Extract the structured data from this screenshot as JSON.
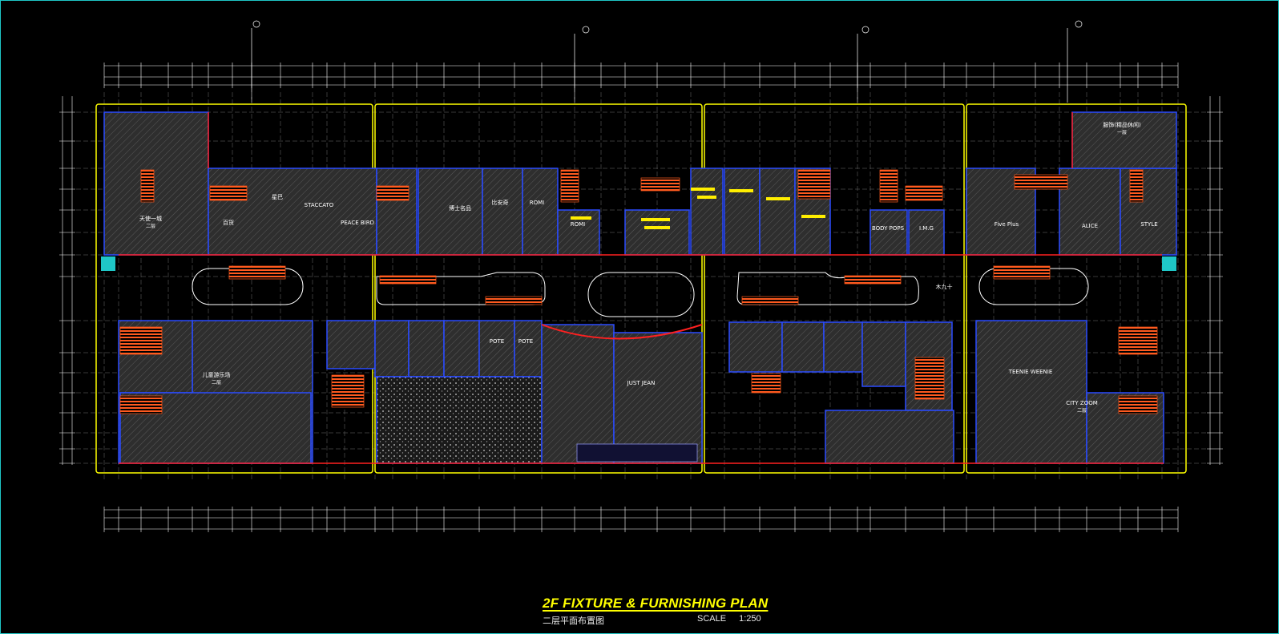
{
  "drawing": {
    "title": "2F FIXTURE & FURNISHING PLAN",
    "subtitle": "二层平面布置图",
    "scale_label": "SCALE",
    "scale_value": "1:250"
  },
  "colors": {
    "frame": "#1fc7c7",
    "zone_outline": "#ffff00",
    "walls": "#2a4bff",
    "shop_fill": "#3a3a3a",
    "escalator": "#ff5a1f",
    "facade": "#ff2020",
    "grid": "#7f7f7f",
    "dimension": "#ffffff"
  },
  "stores": [
    {
      "name": "天使一城",
      "area": "二层"
    },
    {
      "name": "百货",
      "area": ""
    },
    {
      "name": "星巴",
      "area": ""
    },
    {
      "name": "STACCATO",
      "area": ""
    },
    {
      "name": "PEACE BIRD",
      "area": ""
    },
    {
      "name": "博士名品",
      "area": ""
    },
    {
      "name": "比安奇",
      "area": ""
    },
    {
      "name": "ROMI",
      "area": ""
    },
    {
      "name": "ROMI",
      "area": ""
    },
    {
      "name": "BODY POPS",
      "area": ""
    },
    {
      "name": "I.M.G",
      "area": ""
    },
    {
      "name": "Five Plus",
      "area": ""
    },
    {
      "name": "ALICE",
      "area": ""
    },
    {
      "name": "STYLE",
      "area": ""
    },
    {
      "name": "服饰(精品休闲)",
      "area": "一层"
    },
    {
      "name": "儿童游乐场",
      "area": "二层"
    },
    {
      "name": "POTE",
      "area": ""
    },
    {
      "name": "POTE",
      "area": ""
    },
    {
      "name": "JUST JEAN",
      "area": ""
    },
    {
      "name": "TEENIE WEENIE",
      "area": ""
    },
    {
      "name": "CITY ZOOM",
      "area": "二层"
    },
    {
      "name": "木九十",
      "area": ""
    }
  ]
}
